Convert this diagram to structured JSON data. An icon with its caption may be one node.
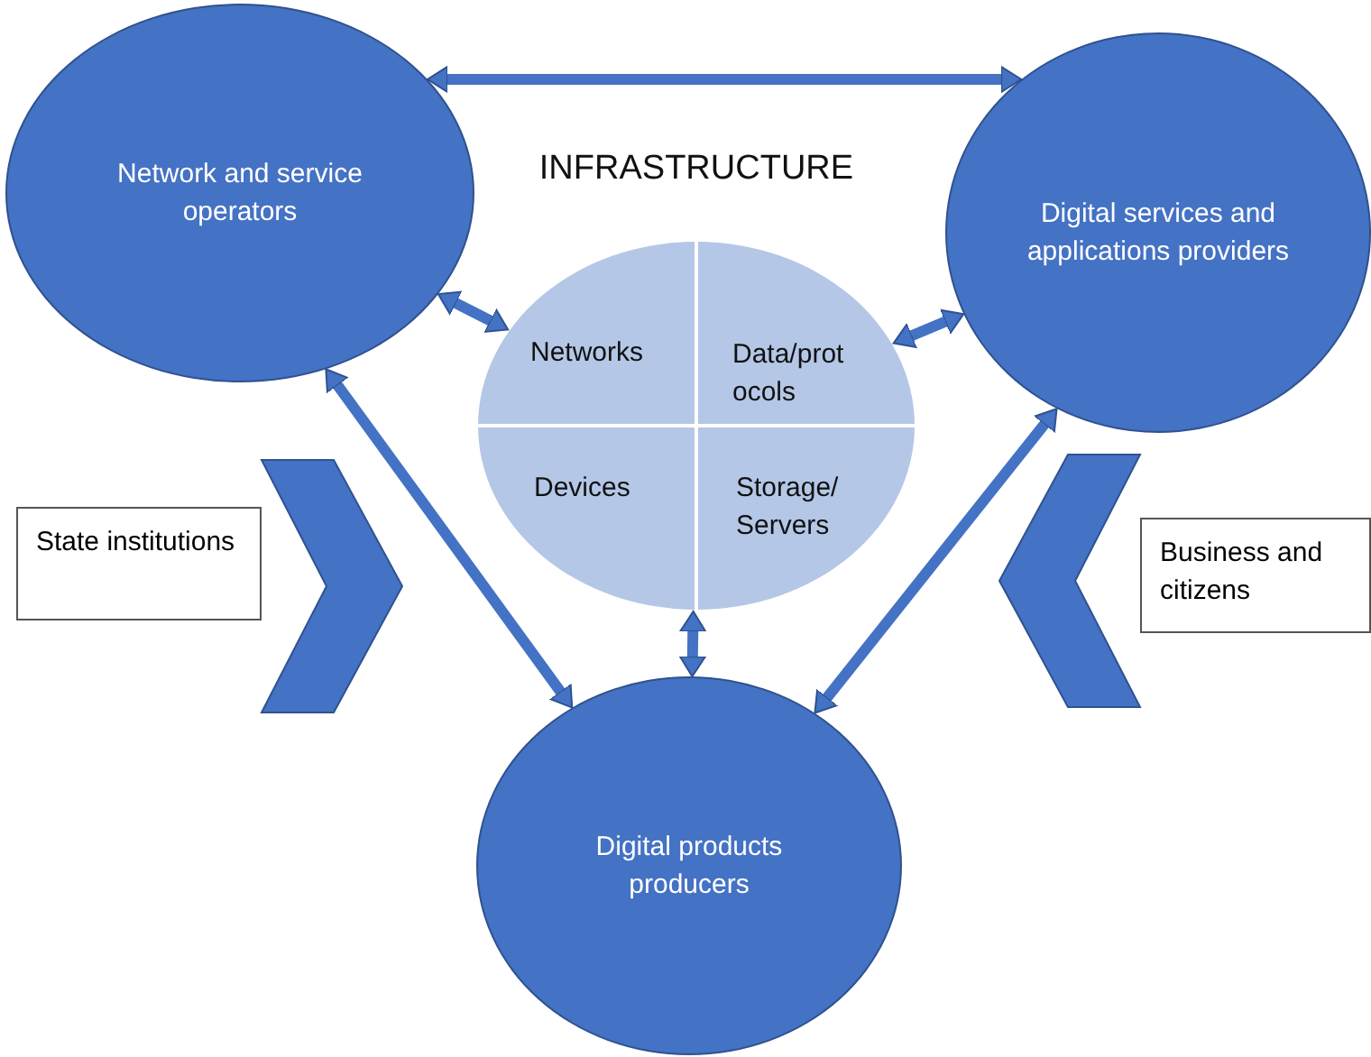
{
  "diagram": {
    "nodes": [
      {
        "text": [
          "Network and service operators"
        ]
      },
      {
        "text": [
          "INFRASTRUCTURE"
        ]
      },
      {
        "text": [
          "Networks"
        ],
        "in": 1
      },
      {
        "text": [
          "Data/prot ocols"
        ],
        "in": 1
      },
      {
        "text": [
          "Devices"
        ],
        "in": 1
      },
      {
        "text": [
          "Storage/ Servers"
        ],
        "in": 1
      },
      {
        "text": [
          "Digital services and applications providers"
        ]
      },
      {
        "text": [
          "State institutions"
        ]
      },
      {
        "text": [
          "Business and citizens"
        ]
      },
      {
        "text": [
          "Digital products producers"
        ]
      }
    ],
    "edges": [
      {
        "from": 0,
        "to": 6,
        "arrow": "both"
      },
      {
        "from": 0,
        "to": 1,
        "arrow": "both"
      },
      {
        "from": 6,
        "to": 1,
        "arrow": "both"
      },
      {
        "from": 1,
        "to": 9,
        "arrow": "both"
      },
      {
        "from": 0,
        "to": 9,
        "arrow": "both"
      },
      {
        "from": 6,
        "to": 9,
        "arrow": "both"
      },
      {
        "from": 7,
        "to": null,
        "arrow": "to"
      },
      {
        "from": 8,
        "to": null,
        "arrow": "to"
      }
    ]
  }
}
